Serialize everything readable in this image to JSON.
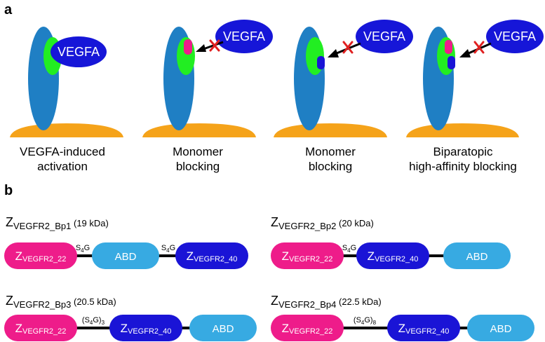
{
  "panel_a_label": "a",
  "panel_b_label": "b",
  "ligand_label": "VEGFA",
  "colors": {
    "receptor": "#1f7fc4",
    "membrane": "#f5a31a",
    "binding_site": "#22ee22",
    "vegfa": "#1616d8",
    "z22": "#ee1c8a",
    "z40": "#1a14d6",
    "abd": "#37aae2",
    "block_x": "#e02020",
    "arrow": "#000000"
  },
  "scenarios": [
    {
      "caption_line1": "VEGFA-induced",
      "caption_line2": "activation"
    },
    {
      "caption_line1": "Monomer",
      "caption_line2": "blocking"
    },
    {
      "caption_line1": "Monomer",
      "caption_line2": "blocking"
    },
    {
      "caption_line1": "Biparatopic",
      "caption_line2": "high-affinity blocking"
    }
  ],
  "constructs": {
    "bp1": {
      "title_main": "Z",
      "title_sub": "VEGFR2_Bp1",
      "title_mass": " (19 kDa)"
    },
    "bp2": {
      "title_main": "Z",
      "title_sub": "VEGFR2_Bp2",
      "title_mass": " (20 kDa)"
    },
    "bp3": {
      "title_main": "Z",
      "title_sub": "VEGFR2_Bp3",
      "title_mass": " (20.5 kDa)"
    },
    "bp4": {
      "title_main": "Z",
      "title_sub": "VEGFR2_Bp4",
      "title_mass": " (22.5 kDa)"
    }
  },
  "domains": {
    "z22_main": "Z",
    "z22_sub": "VEGFR2_22",
    "z40_main": "Z",
    "z40_sub": "VEGFR2_40",
    "abd": "ABD"
  },
  "linkers": {
    "s4g_main": "S",
    "s4g_sub": "4",
    "s4g_tail": "G",
    "s4g3_open": "(S",
    "s4g3_sub": "4",
    "s4g3_close": "G)",
    "s4g3_rep": "3",
    "s4g8_open": "(S",
    "s4g8_sub": "4",
    "s4g8_close": "G)",
    "s4g8_rep": "8"
  }
}
